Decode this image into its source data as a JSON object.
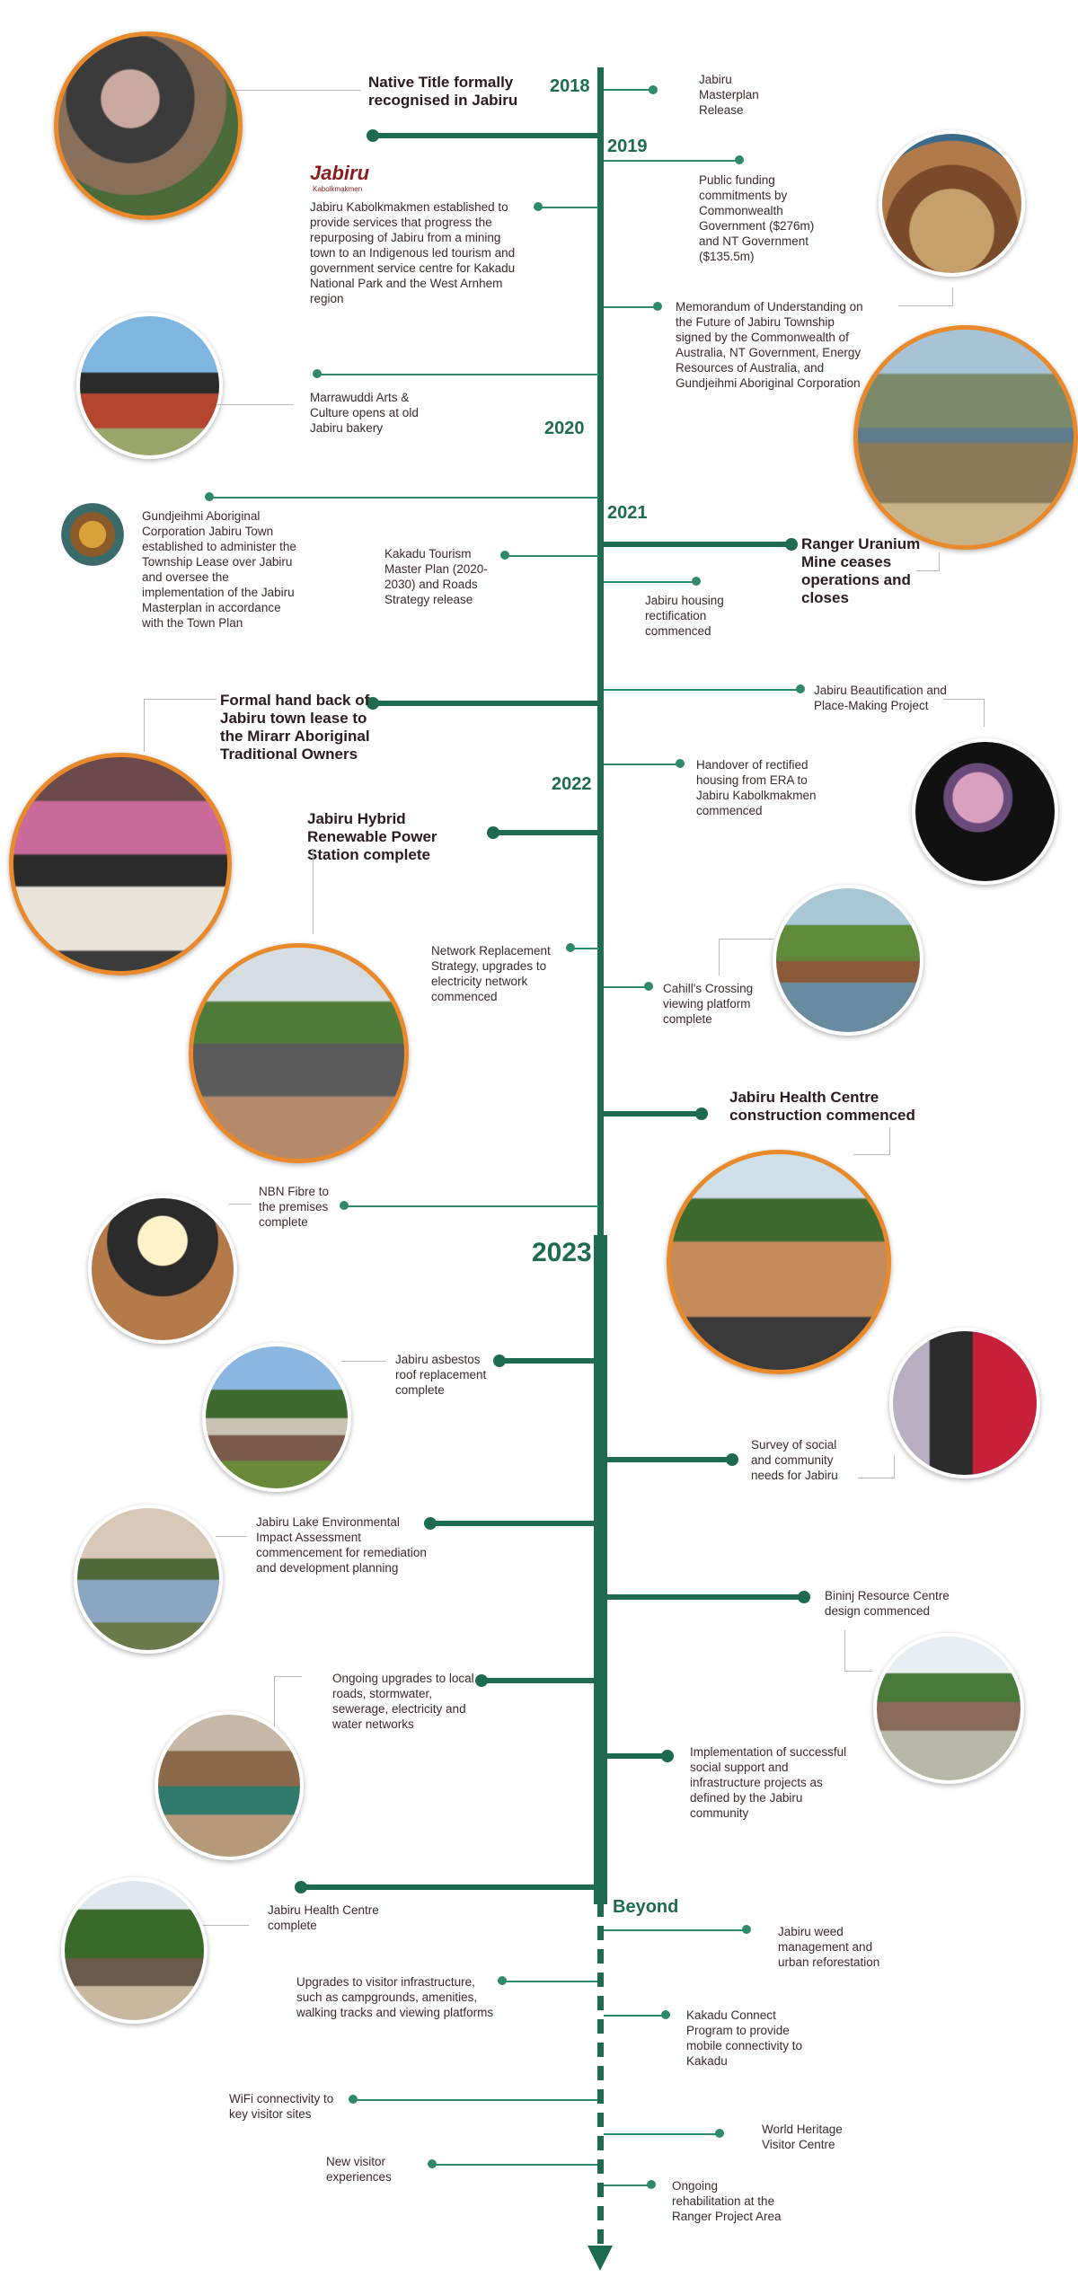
{
  "years": {
    "y2018": "2018",
    "y2019": "2019",
    "y2020": "2020",
    "y2021": "2021",
    "y2022": "2022",
    "y2023": "2023",
    "beyond": "Beyond"
  },
  "logo": {
    "word": "Jabiru",
    "sub": "Kabolkmakmen"
  },
  "events": {
    "native_title": "Native Title formally recognised in Jabiru",
    "masterplan": "Jabiru Masterplan Release",
    "kabolkmakmen": "Jabiru Kabolkmakmen established to provide services that progress the repurposing of Jabiru from a mining town to an Indigenous led tourism and government service centre for Kakadu National Park and the West Arnhem region",
    "funding": "Public funding commitments by Commonwealth Government ($276m) and NT Government ($135.5m)",
    "mou": "Memorandum of Understanding on the Future of Jabiru Township signed by the Commonwealth of Australia, NT Government, Energy Resources of Australia, and Gundjeihmi Aboriginal Corporation",
    "marrawuddi": "Marrawuddi Arts & Culture opens at old Jabiru bakery",
    "gundjeihmi": "Gundjeihmi Aboriginal Corporation Jabiru Town established to administer the Township Lease over Jabiru and oversee the implementation of the Jabiru Masterplan in accordance with the Town Plan",
    "kakadu_tourism": "Kakadu Tourism Master Plan (2020-2030) and Roads Strategy release",
    "ranger_closes": "Ranger Uranium Mine ceases operations and closes",
    "housing_rect": "Jabiru housing rectification commenced",
    "beautification": "Jabiru Beautification and Place-Making Project",
    "hand_back": "Formal hand back of Jabiru town lease to the Mirarr Aboriginal Traditional Owners",
    "handover_housing": "Handover of rectified housing from ERA to Jabiru Kabolkmakmen commenced",
    "hybrid_power": "Jabiru Hybrid Renewable Power Station complete",
    "network": "Network Replacement Strategy, upgrades to electricity network commenced",
    "cahills": "Cahill's Crossing viewing platform complete",
    "health_construction": "Jabiru Health Centre construction commenced",
    "nbn": "NBN Fibre to the premises complete",
    "asbestos": "Jabiru asbestos roof replacement complete",
    "survey": "Survey of social and community needs for Jabiru",
    "lake_eia": "Jabiru Lake Environmental Impact Assessment commencement for remediation and development planning",
    "bininj": "Bininj Resource Centre design commenced",
    "roads_upgrades": "Ongoing upgrades to local roads, stormwater, sewerage, electricity and water networks",
    "social_support": "Implementation of successful social support and infrastructure projects as defined by the Jabiru community",
    "health_complete": "Jabiru Health Centre complete",
    "weed": "Jabiru weed management and urban reforestation",
    "visitor_infra": "Upgrades to visitor infrastructure, such as campgrounds, amenities, walking tracks and viewing platforms",
    "kakadu_connect": "Kakadu Connect Program to provide mobile connectivity to Kakadu",
    "wifi": "WiFi connectivity to key visitor sites",
    "world_heritage": "World Heritage Visitor Centre",
    "new_visitor": "New visitor experiences",
    "rehab": "Ongoing rehabilitation at the Ranger Project Area"
  },
  "colors": {
    "green": "#1f6b52",
    "orange": "#e8892b",
    "text": "#3a2a2a"
  }
}
